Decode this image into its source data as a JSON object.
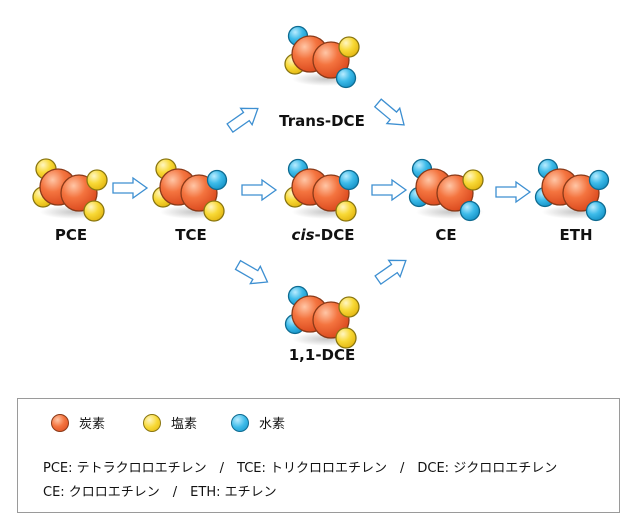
{
  "molecules": {
    "pce": "PCE",
    "tce": "TCE",
    "cis_dce_prefix": "cis",
    "cis_dce_suffix": "-DCE",
    "trans_dce": "Trans-DCE",
    "dce11": "1,1-DCE",
    "ce": "CE",
    "eth": "ETH"
  },
  "legend": {
    "carbon": "炭素",
    "chlorine": "塩素",
    "hydrogen": "水素",
    "line1": "PCE: テトラクロロエチレン　/　TCE: トリクロロエチレン　/　DCE: ジクロロエチレン",
    "line2": "CE: クロロエチレン　/　ETH: エチレン"
  },
  "colors": {
    "carbon": "#f26b3a",
    "chlorine": "#f7d335",
    "hydrogen": "#33b8e6",
    "arrow": "#3d8fd1"
  }
}
